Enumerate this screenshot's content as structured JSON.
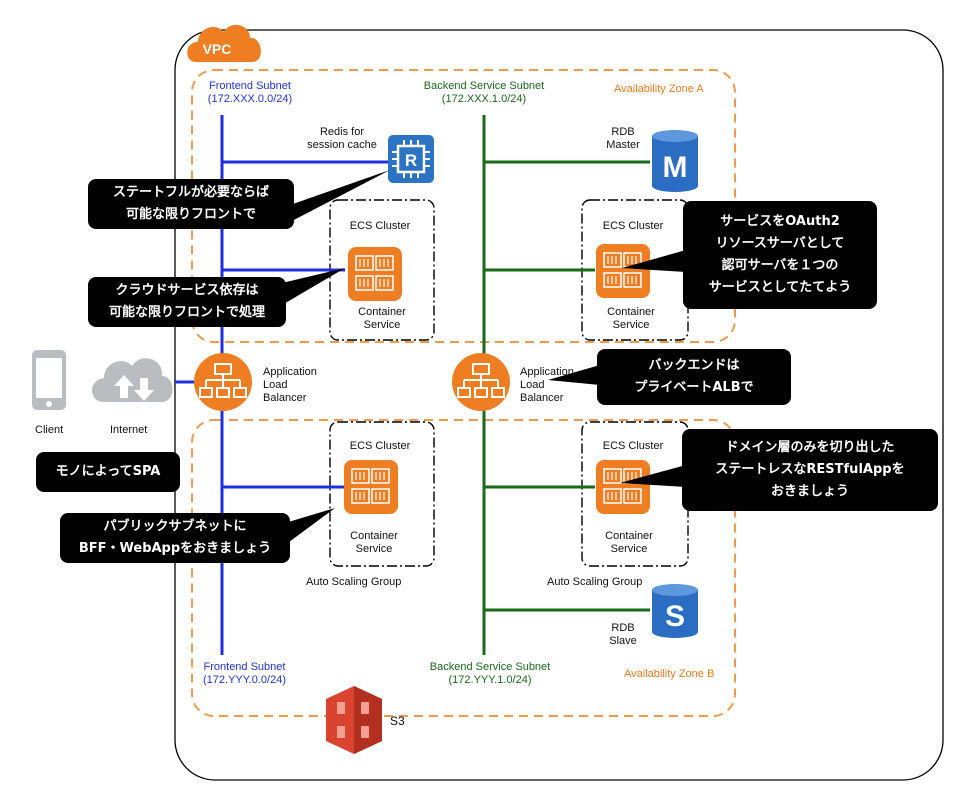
{
  "vpc": {
    "label": "VPC"
  },
  "zones": {
    "a": {
      "label": "Availability Zone A"
    },
    "b": {
      "label": "Availability Zone B"
    }
  },
  "subnets": {
    "frontend_a": {
      "name": "Frontend Subnet",
      "cidr": "(172.XXX.0.0/24)"
    },
    "backend_a": {
      "name": "Backend Service Subnet",
      "cidr": "(172.XXX.1.0/24)"
    },
    "frontend_b": {
      "name": "Frontend Subnet",
      "cidr": "(172.YYY.0.0/24)"
    },
    "backend_b": {
      "name": "Backend Service Subnet",
      "cidr": "(172.YYY.1.0/24)"
    }
  },
  "redis": {
    "line1": "Redis for",
    "line2": "session cache",
    "icon": "redis-icon"
  },
  "rds": {
    "master": {
      "line1": "RDB",
      "line2": "Master",
      "letter": "M"
    },
    "slave": {
      "line1": "RDB",
      "line2": "Slave",
      "letter": "S"
    }
  },
  "ecs": {
    "cluster_label": "ECS Cluster",
    "service_line1": "Container",
    "service_line2": "Service"
  },
  "asg": {
    "label": "Auto Scaling Group"
  },
  "alb": {
    "line1": "Application",
    "line2": "Load",
    "line3": "Balancer"
  },
  "client": {
    "label": "Client"
  },
  "internet": {
    "label": "Internet"
  },
  "s3": {
    "label": "S3"
  },
  "callouts": {
    "stateful": [
      "ステートフルが必要ならば",
      "可能な限りフロントで"
    ],
    "cloud": [
      "クラウドサービス依存は",
      "可能な限りフロントで処理"
    ],
    "spa": [
      "モノによってSPA"
    ],
    "bff": [
      "パブリックサブネットに",
      "BFF・WebAppをおきましょう"
    ],
    "oauth": [
      "サービスをOAuth2",
      "リソースサーバとして",
      "認可サーバを１つの",
      "サービスとしてたてよう"
    ],
    "backend_alb": [
      "バックエンドは",
      "プライベートALBで"
    ],
    "domain": [
      "ドメイン層のみを切り出した",
      "ステートレスなRESTfulAppを",
      "おきましょう"
    ]
  },
  "colors": {
    "frontend_line": "#1f2fe0",
    "backend_line": "#1a6a1a",
    "zone_border": "#f09a4e",
    "aws_orange": "#ef7e22",
    "redis_blue": "#2c73c4",
    "rds_blue": "#2a6dc2",
    "s3_red": "#d9432f",
    "callout_bg": "#000000"
  }
}
